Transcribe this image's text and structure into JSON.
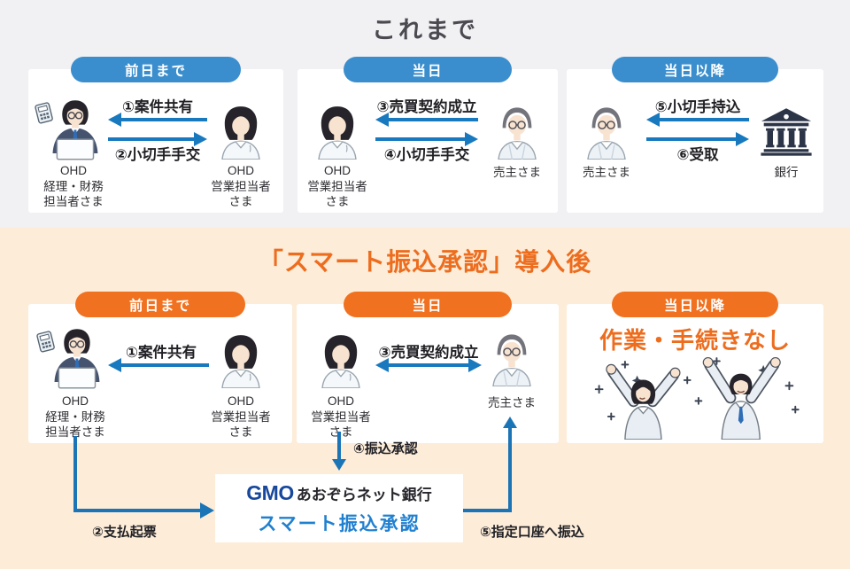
{
  "colors": {
    "top_background": "#f1f0f3",
    "bottom_background": "#fdecd8",
    "panel_background": "#ffffff",
    "badge_blue": "#3b8ecd",
    "badge_orange": "#f0711f",
    "arrow_blue": "#1879bf",
    "flow_line_blue": "#1b74b6",
    "title_dark": "#4a4a50",
    "title_orange": "#ed6d1f",
    "gmo_logo_navy": "#17489c",
    "service_name_blue": "#2080d0",
    "text_dark": "#2e2e33"
  },
  "top_section": {
    "title": "これまで",
    "panels": [
      {
        "badge": "前日まで",
        "left_actor": {
          "icon": "accountant-icon",
          "lines": [
            "OHD",
            "経理・財務",
            "担当者さま"
          ]
        },
        "right_actor": {
          "icon": "saleswoman-icon",
          "lines": [
            "OHD",
            "営業担当者",
            "さま"
          ]
        },
        "arrow_top": {
          "label": "①案件共有",
          "direction": "left"
        },
        "arrow_bottom": {
          "label": "②小切手手交",
          "direction": "right"
        }
      },
      {
        "badge": "当日",
        "left_actor": {
          "icon": "saleswoman-icon",
          "lines": [
            "OHD",
            "営業担当者",
            "さま"
          ]
        },
        "right_actor": {
          "icon": "seller-icon",
          "lines": [
            "売主さま"
          ]
        },
        "arrow_top": {
          "label": "③売買契約成立",
          "direction": "left"
        },
        "arrow_bottom": {
          "label": "④小切手手交",
          "direction": "right"
        }
      },
      {
        "badge": "当日以降",
        "left_actor": {
          "icon": "seller-icon",
          "lines": [
            "売主さま"
          ]
        },
        "right_actor": {
          "icon": "bank-icon",
          "lines": [
            "銀行"
          ]
        },
        "arrow_top": {
          "label": "⑤小切手持込",
          "direction": "left"
        },
        "arrow_bottom": {
          "label": "⑥受取",
          "direction": "right"
        }
      }
    ]
  },
  "bottom_section": {
    "title": "「スマート振込承認」導入後",
    "panels": [
      {
        "badge": "前日まで",
        "left_actor": {
          "icon": "accountant-icon",
          "lines": [
            "OHD",
            "経理・財務",
            "担当者さま"
          ]
        },
        "right_actor": {
          "icon": "saleswoman-icon",
          "lines": [
            "OHD",
            "営業担当者",
            "さま"
          ]
        },
        "arrow_top": {
          "label": "①案件共有",
          "direction": "left"
        }
      },
      {
        "badge": "当日",
        "left_actor": {
          "icon": "saleswoman-icon",
          "lines": [
            "OHD",
            "営業担当者",
            "さま"
          ]
        },
        "right_actor": {
          "icon": "seller-icon",
          "lines": [
            "売主さま"
          ]
        },
        "arrow_top": {
          "label": "③売買契約成立",
          "direction": "both"
        }
      },
      {
        "badge": "当日以降",
        "message": "作業・手続きなし",
        "icon": "celebration-icon"
      }
    ],
    "flow": {
      "payment_label": "②支払起票",
      "approval_label": "④振込承認",
      "transfer_label": "⑤指定口座へ振込",
      "bank_box": {
        "logo_gmo": "GMO",
        "logo_bank": "あおぞらネット銀行",
        "service_name": "スマート振込承認"
      }
    }
  }
}
